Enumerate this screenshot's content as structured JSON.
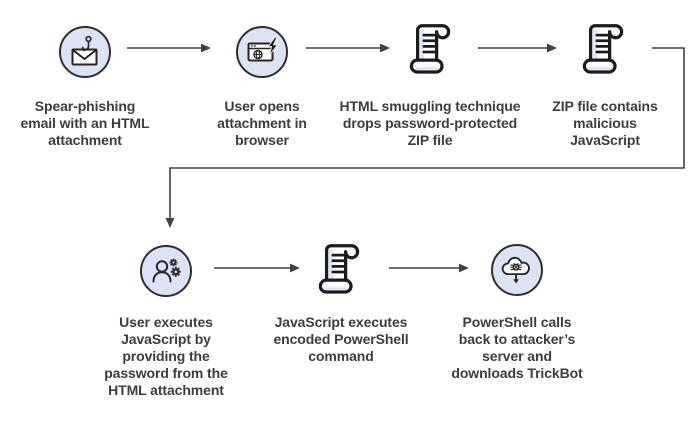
{
  "diagram": {
    "colors": {
      "background": "#ffffff",
      "circle_fill": "#dbe3f5",
      "icon_outline": "#2d2d2d",
      "arrow": "#404040",
      "text": "#3d3d3d"
    },
    "steps": [
      {
        "icon": "spear-phishing-email-icon",
        "shape": "circle",
        "caption_lines": [
          "Spear-phishing",
          "email with an HTML",
          "attachment"
        ]
      },
      {
        "icon": "browser-lightning-icon",
        "shape": "circle",
        "caption_lines": [
          "User opens",
          "attachment in",
          "browser"
        ]
      },
      {
        "icon": "script-scroll-icon",
        "shape": "plain",
        "caption_lines": [
          "HTML smuggling technique",
          "drops password-protected",
          "ZIP file"
        ]
      },
      {
        "icon": "script-scroll-icon",
        "shape": "plain",
        "caption_lines": [
          "ZIP file contains",
          "malicious",
          "JavaScript"
        ]
      },
      {
        "icon": "user-gears-icon",
        "shape": "circle",
        "caption_lines": [
          "User executes",
          "JavaScript by",
          "providing the",
          "password from the",
          "HTML attachment"
        ]
      },
      {
        "icon": "script-scroll-icon",
        "shape": "plain",
        "caption_lines": [
          "JavaScript executes",
          "encoded PowerShell",
          "command"
        ]
      },
      {
        "icon": "cloud-malware-download-icon",
        "shape": "circle",
        "caption_lines": [
          "PowerShell calls",
          "back to attacker’s",
          "server and",
          "downloads TrickBot"
        ]
      }
    ]
  }
}
